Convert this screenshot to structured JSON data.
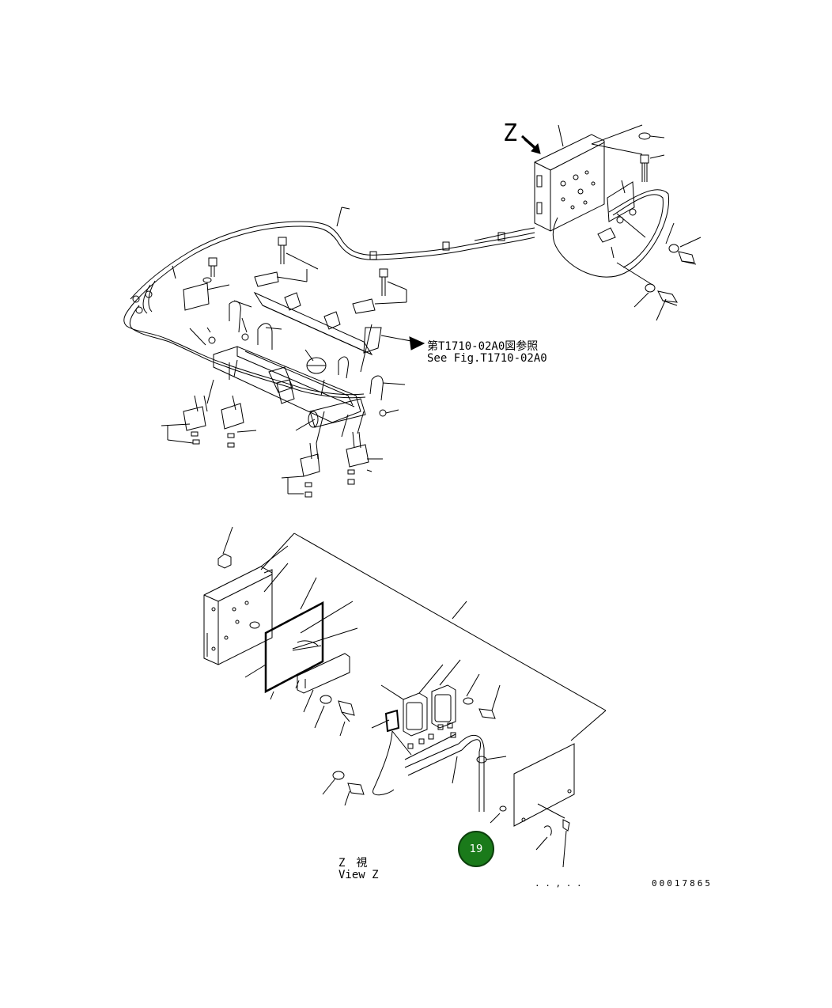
{
  "colors": {
    "line": "#000000",
    "badge": "#1a7a1a",
    "badge_text": "#ffffff"
  },
  "labels": {
    "view_mark": "Z",
    "ref_jp": "第T1710-02A0図参照",
    "ref_en": "See Fig.T1710-02A0",
    "view_jp": "Z　視",
    "view_en": "View Z",
    "small_dots": ". . , . .",
    "drawing_number": "00017865"
  },
  "callout": {
    "number": "19"
  },
  "icons": {
    "view_arrow": "view-direction-arrow-icon"
  }
}
